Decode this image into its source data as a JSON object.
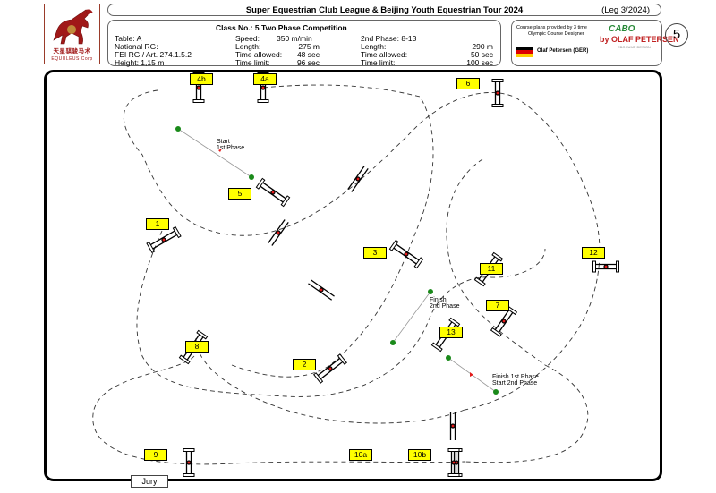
{
  "header": {
    "title": "Super Equestrian Club League & Beijing Youth Equestrian Tour 2024",
    "leg": "(Leg 3/2024)",
    "class_title": "Class No.: 5    Two Phase Competition",
    "left_info": [
      "Table: A",
      "National RG:",
      "FEI RG / Art. 274.1.5.2",
      "Height: 1,15 m"
    ],
    "phase1": {
      "speed_label": "Speed:",
      "speed_value": "350 m/min",
      "length_label": "Length:",
      "length_value": "275 m",
      "allowed_label": "Time allowed:",
      "allowed_value": "48 sec",
      "limit_label": "Time limit:",
      "limit_value": "96 sec"
    },
    "phase2": {
      "title": "2nd Phase: 8-13",
      "length_label": "Length:",
      "length_value": "290 m",
      "allowed_label": "Time allowed:",
      "allowed_value": "50 sec",
      "limit_label": "Time limit:",
      "limit_value": "100 sec"
    },
    "designer": {
      "line1": "Course plans provided by 3 time",
      "line2": "Olympic Course Designer",
      "name": "Olaf Petersen (GER)",
      "brand_top": "CABO",
      "brand": "by OLAF PETERSEN",
      "brand_sub": "EBO JUMP DESIGN"
    },
    "page_number": "5"
  },
  "logo": {
    "cn": "天星骐骏马术",
    "en": "EQUULEUS Corp"
  },
  "course": {
    "jury": "Jury",
    "start1": [
      "Start",
      "1st Phase"
    ],
    "finish2": [
      "Finish",
      "2nd Phase"
    ],
    "finish1": [
      "Finish 1st Phase",
      "Start   2nd Phase"
    ],
    "obstacles": [
      "1",
      "2",
      "3",
      "4a",
      "4b",
      "5",
      "6",
      "7",
      "8",
      "9",
      "10a",
      "10b",
      "11",
      "12",
      "13"
    ]
  },
  "colors": {
    "label": "#ffff00",
    "flag_red": "#e21a1a",
    "flag_green": "#1a8a1a",
    "logo_red": "#a01818"
  }
}
